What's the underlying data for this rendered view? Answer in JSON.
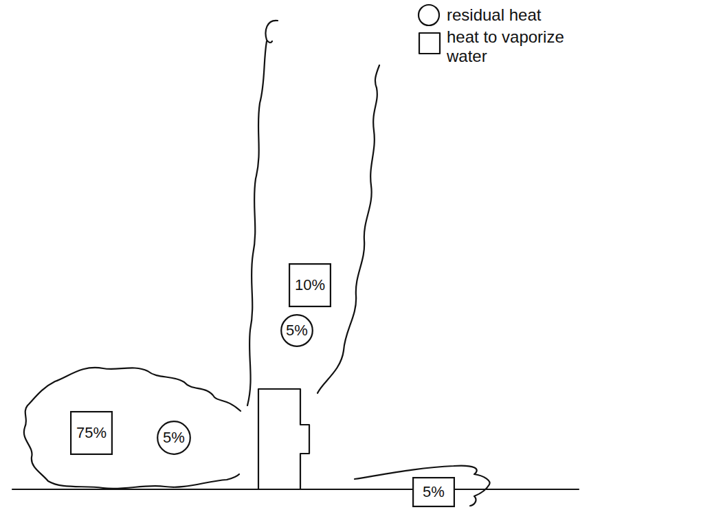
{
  "diagram": {
    "nodes": [
      {
        "text": [
          "10%"
        ]
      },
      {
        "text": [
          "5%"
        ]
      },
      {
        "text": [
          "75%"
        ]
      },
      {
        "text": [
          "5%"
        ]
      },
      {
        "text": [
          "5%"
        ]
      }
    ],
    "legend": [
      {
        "text": "residual heat"
      },
      {
        "text": "heat to vaporize water"
      }
    ]
  }
}
